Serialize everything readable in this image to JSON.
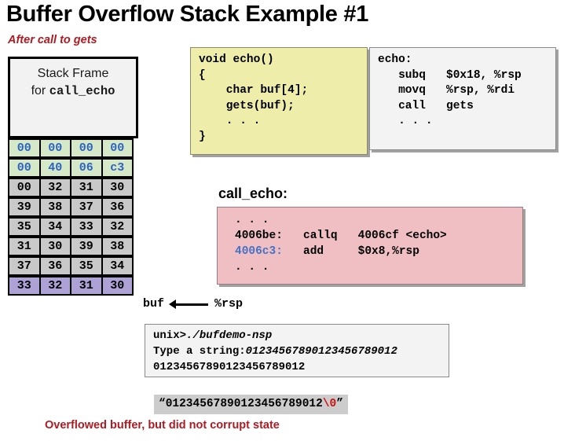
{
  "slide": {
    "title": "Buffer Overflow Stack Example #1",
    "after_call_label": "After call to gets",
    "bottom_caption": "Overflowed buffer, but did not corrupt state"
  },
  "stack": {
    "frame_line1": "Stack Frame",
    "frame_line2_prefix": "for ",
    "frame_line2_mono": "call_echo",
    "rows": [
      {
        "style": "green",
        "cells": [
          {
            "v": "00"
          },
          {
            "v": "00"
          },
          {
            "v": "00"
          },
          {
            "v": "00"
          }
        ]
      },
      {
        "style": "green",
        "cells": [
          {
            "v": "00"
          },
          {
            "v": "40"
          },
          {
            "v": "06"
          },
          {
            "v": "c3"
          }
        ]
      },
      {
        "style": "gray",
        "cells": [
          {
            "v": "00",
            "red": true
          },
          {
            "v": "32"
          },
          {
            "v": "31"
          },
          {
            "v": "30"
          }
        ]
      },
      {
        "style": "gray",
        "cells": [
          {
            "v": "39"
          },
          {
            "v": "38"
          },
          {
            "v": "37"
          },
          {
            "v": "36"
          }
        ]
      },
      {
        "style": "gray",
        "cells": [
          {
            "v": "35"
          },
          {
            "v": "34"
          },
          {
            "v": "33"
          },
          {
            "v": "32"
          }
        ]
      },
      {
        "style": "gray",
        "cells": [
          {
            "v": "31"
          },
          {
            "v": "30"
          },
          {
            "v": "39"
          },
          {
            "v": "38"
          }
        ]
      },
      {
        "style": "gray",
        "cells": [
          {
            "v": "37"
          },
          {
            "v": "36"
          },
          {
            "v": "35"
          },
          {
            "v": "34"
          }
        ]
      },
      {
        "style": "purple",
        "cells": [
          {
            "v": "33"
          },
          {
            "v": "32"
          },
          {
            "v": "31"
          },
          {
            "v": "30"
          }
        ]
      }
    ],
    "colors": {
      "green_bg": "#d5e8c8",
      "green_text": "#2c62c4",
      "gray_bg": "#c9c9c9",
      "purple_bg": "#aea1d6",
      "red_text": "#ee1111"
    }
  },
  "buf_pointer": {
    "left_label": "buf",
    "right_label": "%rsp",
    "arrow": "left-arrow-icon"
  },
  "c_code": {
    "text": "void echo()\n{\n    char buf[4];\n    gets(buf);\n    . . .\n}"
  },
  "asm_echo": {
    "text": "echo:\n   subq   $0x18, %rsp\n   movq   %rsp, %rdi\n   call   gets\n   . . ."
  },
  "call_echo": {
    "heading": "call_echo:",
    "line_dots_top": ". . .",
    "line_callq_addr": "4006be:",
    "line_callq_body": "   callq   4006cf <echo>",
    "line_add_addr": "4006c3:",
    "line_add_body": "   add     $0x8,%rsp",
    "line_dots_bottom": ". . .",
    "highlight_color": "#4472c4"
  },
  "terminal": {
    "line1_prompt": "unix>",
    "line1_cmd": "./bufdemo-nsp",
    "line2_prompt": "Type a string:",
    "line2_input": "01234567890123456789012",
    "line3_echo": "01234567890123456789012"
  },
  "quoted_string": {
    "open_quote": "“",
    "body": "01234567890123456789012",
    "nul": "\\0",
    "close_quote": "”"
  }
}
